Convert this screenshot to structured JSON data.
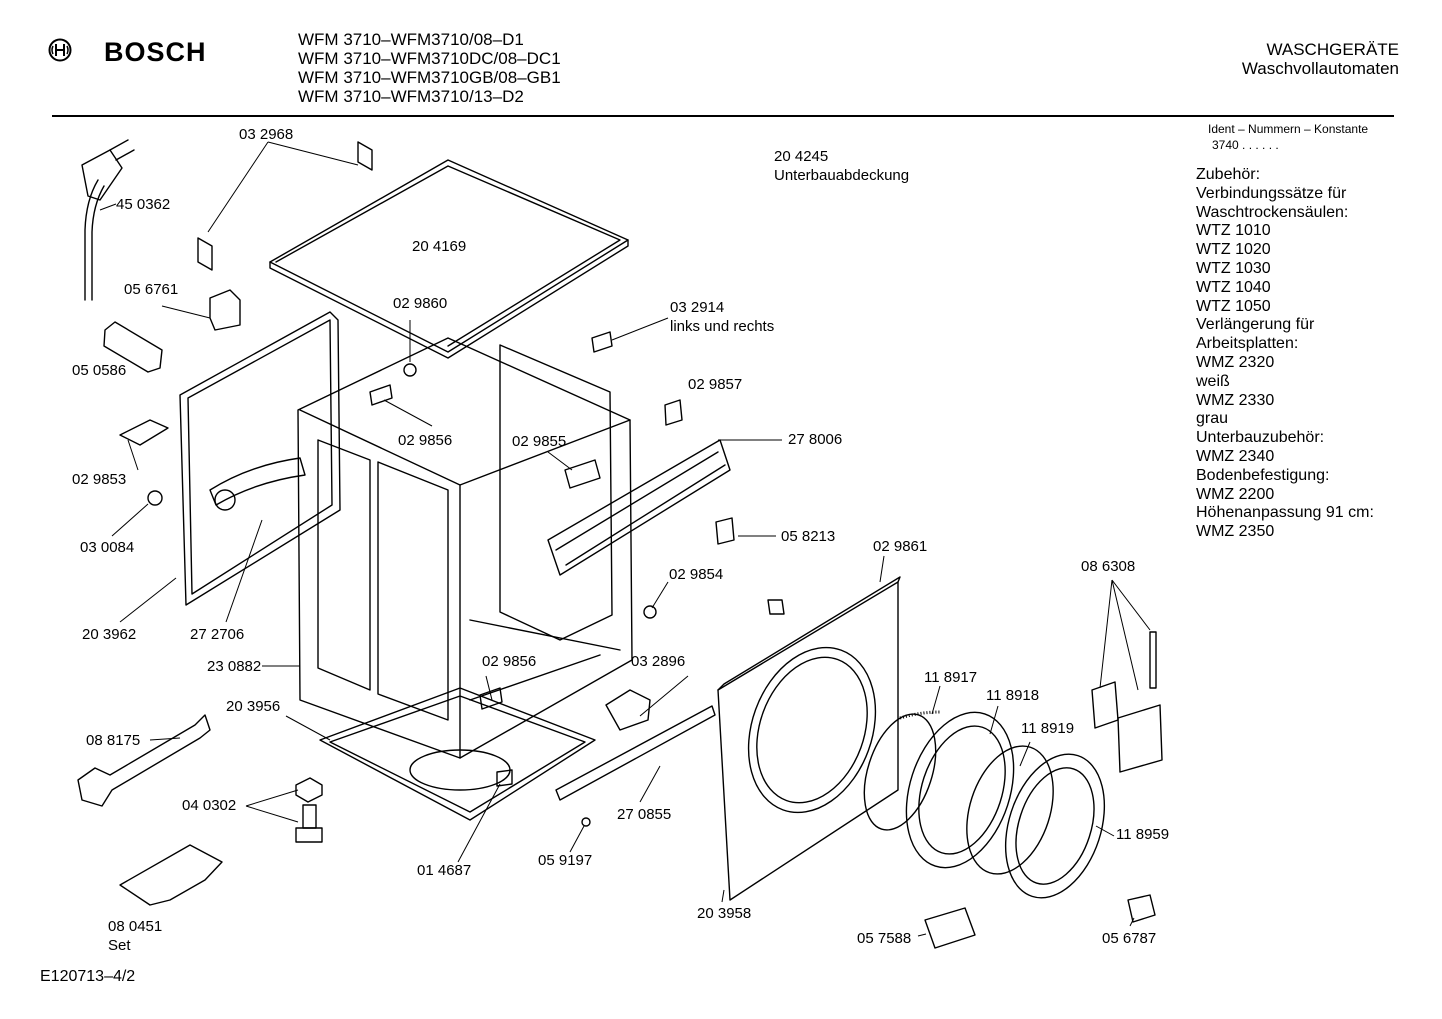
{
  "header": {
    "brand": "BOSCH",
    "models": [
      "WFM 3710–WFM3710/08–D1",
      "WFM 3710–WFM3710DC/08–DC1",
      "WFM 3710–WFM3710GB/08–GB1",
      "WFM 3710–WFM3710/13–D2"
    ],
    "category": "WASCHGERÄTE",
    "subcategory": "Waschvollautomaten",
    "ident_label": "Ident – Nummern – Konstante",
    "ident_value": "3740 . . . . . ."
  },
  "accessories": [
    "Zubehör:",
    "Verbindungssätze für",
    "Waschtrockensäulen:",
    "WTZ 1010",
    "WTZ 1020",
    "WTZ 1030",
    "WTZ 1040",
    "WTZ 1050",
    "Verlängerung für",
    "Arbeitsplatten:",
    "WMZ 2320",
    "weiß",
    "WMZ 2330",
    "grau",
    "Unterbauzubehör:",
    "WMZ 2340",
    "Bodenbefestigung:",
    "WMZ 2200",
    "Höhenanpassung 91 cm:",
    "WMZ 2350"
  ],
  "parts": {
    "p032968": "03 2968",
    "p450362": "45 0362",
    "p204169": "20 4169",
    "p204245": "20 4245",
    "p204245_desc": "Unterbauabdeckung",
    "p056761": "05 6761",
    "p029860": "02 9860",
    "p032914": "03 2914",
    "p032914_desc": "links und rechts",
    "p050586": "05 0586",
    "p029857": "02 9857",
    "p029856a": "02 9856",
    "p029855": "02 9855",
    "p278006": "27 8006",
    "p029853": "02 9853",
    "p030084": "03 0084",
    "p058213": "05 8213",
    "p029861": "02 9861",
    "p029854": "02 9854",
    "p086308": "08 6308",
    "p203962": "20 3962",
    "p272706": "27 2706",
    "p230882": "23 0882",
    "p029856b": "02 9856",
    "p032896": "03 2896",
    "p118917": "11 8917",
    "p118918": "11 8918",
    "p118919": "11 8919",
    "p203956": "20 3956",
    "p088175": "08 8175",
    "p040302": "04 0302",
    "p270855": "27 0855",
    "p118959": "11 8959",
    "p014687": "01 4687",
    "p059197": "05 9197",
    "p203958": "20 3958",
    "p057588": "05 7588",
    "p056787": "05 6787",
    "p080451": "08  0451",
    "p080451_set": "Set"
  },
  "footer": {
    "doc_id": "E120713–4/2"
  }
}
